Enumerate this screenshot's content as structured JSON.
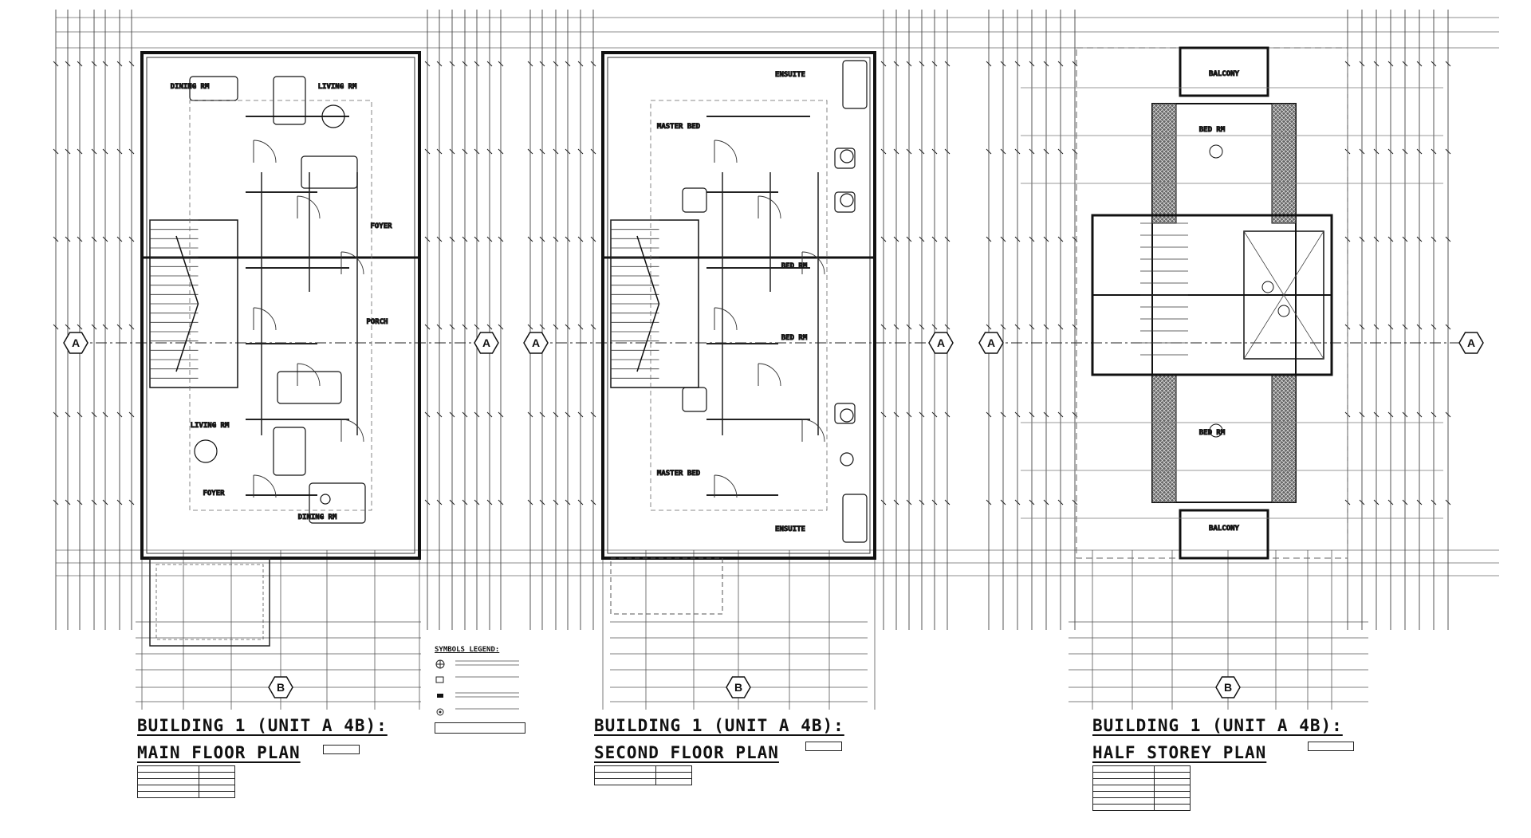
{
  "plans": [
    {
      "id": "main",
      "title_line1": "BUILDING 1 (UNIT A 4B):",
      "title_line2": "MAIN FLOOR PLAN",
      "grid_marks": [
        "A",
        "A",
        "B"
      ],
      "room_labels": [
        "DINING RM",
        "LIVING RM",
        "FOYER",
        "PORCH",
        "LIVING RM",
        "FOYER",
        "DINING RM"
      ],
      "area_rows": 5
    },
    {
      "id": "second",
      "title_line1": "BUILDING 1 (UNIT A 4B):",
      "title_line2": "SECOND FLOOR PLAN",
      "grid_marks": [
        "A",
        "A",
        "B"
      ],
      "room_labels": [
        "MASTER BED",
        "ENSUITE",
        "BED RM",
        "BED RM",
        "MASTER BED",
        "ENSUITE"
      ],
      "area_rows": 3
    },
    {
      "id": "half",
      "title_line1": "BUILDING 1 (UNIT A 4B):",
      "title_line2": "HALF STOREY PLAN",
      "grid_marks": [
        "A",
        "A",
        "B"
      ],
      "room_labels": [
        "BALCONY",
        "BED RM",
        "BED RM",
        "BALCONY"
      ],
      "area_rows": 7
    }
  ],
  "legend": {
    "title": "SYMBOLS LEGEND:"
  },
  "colors": {
    "line": "#1a1a1a",
    "faint_line": "#6a6a6a",
    "hatch": "#333333",
    "paper": "#ffffff"
  }
}
